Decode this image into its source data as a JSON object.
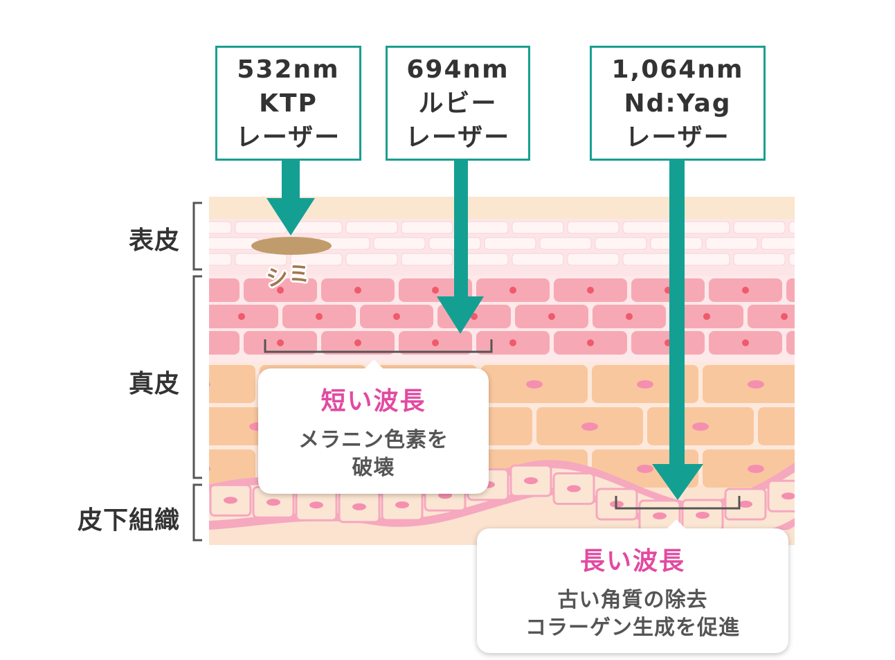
{
  "lasers": [
    {
      "wavelength": "532nm",
      "name": "KTP",
      "type": "レーザー"
    },
    {
      "wavelength": "694nm",
      "name": "ルビー",
      "type": "レーザー"
    },
    {
      "wavelength": "1,064nm",
      "name": "Nd:Yag",
      "type": "レーザー"
    }
  ],
  "layers": {
    "epidermis": "表皮",
    "dermis": "真皮",
    "subcutaneous": "皮下組織"
  },
  "spot_label": "シミ",
  "short_wave": {
    "title": "短い波長",
    "line1": "メラニン色素を",
    "line2": "破壊"
  },
  "long_wave": {
    "title": "長い波長",
    "line1": "古い角質の除去",
    "line2": "コラーゲン生成を促進"
  },
  "colors": {
    "arrow": "#13a093",
    "title_pink": "#e24aa1",
    "spot": "#c09c6c"
  }
}
